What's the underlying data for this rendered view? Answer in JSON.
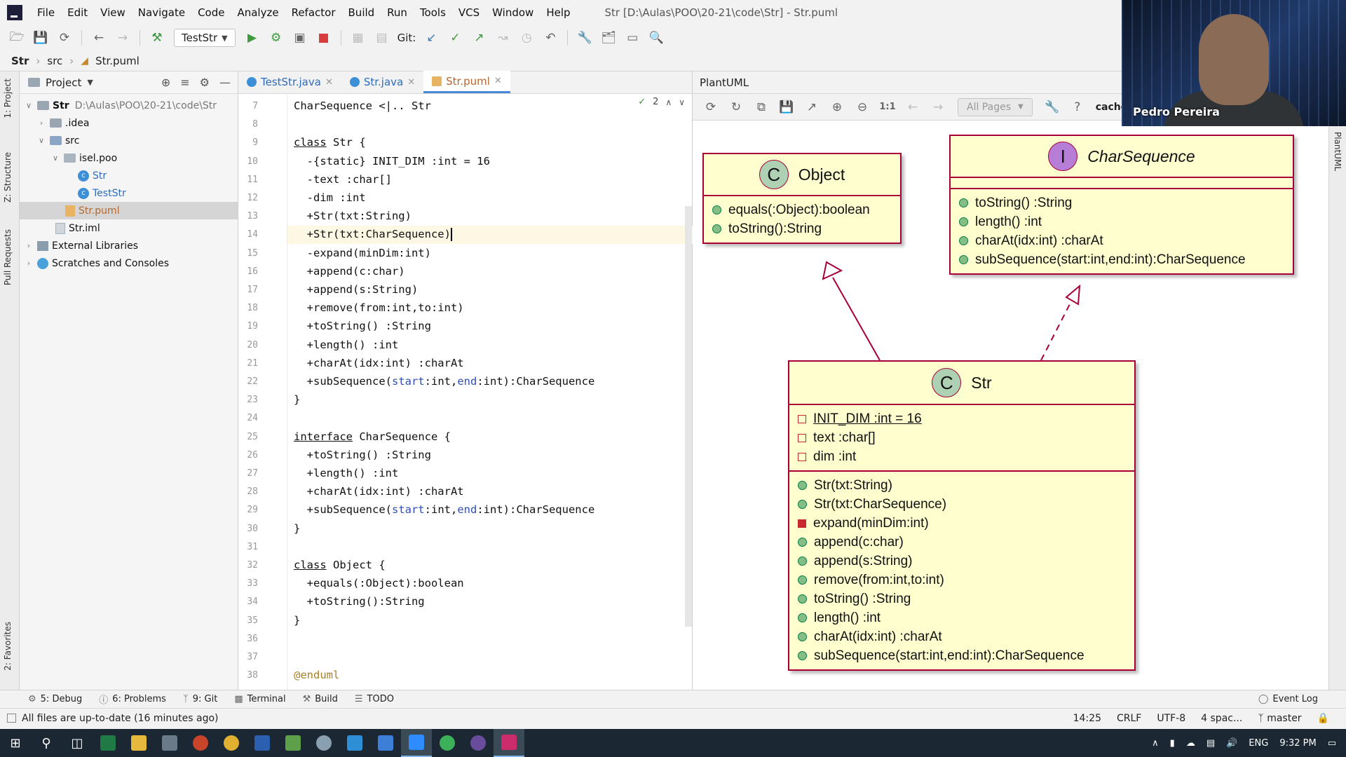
{
  "menu": {
    "items": [
      "File",
      "Edit",
      "View",
      "Navigate",
      "Code",
      "Analyze",
      "Refactor",
      "Build",
      "Run",
      "Tools",
      "VCS",
      "Window",
      "Help"
    ],
    "window_title": "Str [D:\\Aulas\\POO\\20-21\\code\\Str] - Str.puml"
  },
  "toolbar": {
    "run_config": "TestStr",
    "git_label": "Git:"
  },
  "breadcrumb": {
    "project": "Str",
    "folder": "src",
    "file": "Str.puml"
  },
  "left_strip": {
    "project": "1: Project",
    "structure": "Z: Structure",
    "pull": "Pull Requests",
    "favorites": "2: Favorites"
  },
  "right_strip": {
    "label": "PlantUML"
  },
  "project_panel": {
    "title": "Project",
    "tree": [
      {
        "label": "Str",
        "path": "D:\\Aulas\\POO\\20-21\\code\\Str"
      },
      {
        "label": ".idea"
      },
      {
        "label": "src"
      },
      {
        "label": "isel.poo"
      },
      {
        "label": "Str"
      },
      {
        "label": "TestStr"
      },
      {
        "label": "Str.puml"
      },
      {
        "label": "Str.iml"
      },
      {
        "label": "External Libraries"
      },
      {
        "label": "Scratches and Consoles"
      }
    ]
  },
  "editor": {
    "tabs": [
      "TestStr.java",
      "Str.java",
      "Str.puml"
    ],
    "inspection_count": "2",
    "lines": [
      {
        "n": "7",
        "t": "CharSequence <|.. Str"
      },
      {
        "n": "8",
        "t": ""
      },
      {
        "n": "9",
        "kw": "class",
        "t": " Str {"
      },
      {
        "n": "10",
        "t": "  -{static} INIT_DIM :int = 16"
      },
      {
        "n": "11",
        "t": "  -text :char[]"
      },
      {
        "n": "12",
        "t": "  -dim :int"
      },
      {
        "n": "13",
        "t": "  +Str(txt:String)"
      },
      {
        "n": "14",
        "t": "  +Str(txt:CharSequence)"
      },
      {
        "n": "15",
        "t": "  -expand(minDim:int)"
      },
      {
        "n": "16",
        "t": "  +append(c:char)"
      },
      {
        "n": "17",
        "t": "  +append(s:String)"
      },
      {
        "n": "18",
        "t": "  +remove(from:int,to:int)"
      },
      {
        "n": "19",
        "t": "  +toString() :String"
      },
      {
        "n": "20",
        "t": "  +length() :int"
      },
      {
        "n": "21",
        "t": "  +charAt(idx:int) :charAt"
      },
      {
        "n": "22",
        "pre": "  +subSequence(",
        "p1": "start",
        "mid": ":int,",
        "p2": "end",
        "post": ":int):CharSequence"
      },
      {
        "n": "23",
        "t": "}"
      },
      {
        "n": "24",
        "t": ""
      },
      {
        "n": "25",
        "kw": "interface",
        "t": " CharSequence {"
      },
      {
        "n": "26",
        "t": "  +toString() :String"
      },
      {
        "n": "27",
        "t": "  +length() :int"
      },
      {
        "n": "28",
        "t": "  +charAt(idx:int) :charAt"
      },
      {
        "n": "29",
        "pre": "  +subSequence(",
        "p1": "start",
        "mid": ":int,",
        "p2": "end",
        "post": ":int):CharSequence"
      },
      {
        "n": "30",
        "t": "}"
      },
      {
        "n": "31",
        "t": ""
      },
      {
        "n": "32",
        "kw": "class",
        "t": " Object {"
      },
      {
        "n": "33",
        "t": "  +equals(:Object):boolean"
      },
      {
        "n": "34",
        "t": "  +toString():String"
      },
      {
        "n": "35",
        "t": "}"
      },
      {
        "n": "36",
        "t": ""
      },
      {
        "n": "37",
        "t": ""
      },
      {
        "n": "38",
        "annot": "@enduml"
      }
    ]
  },
  "plantuml": {
    "title": "PlantUML",
    "pages": "All Pages",
    "zoom_label": "1:1",
    "cached": "cached",
    "classes": {
      "object": {
        "badge": "C",
        "name": "Object",
        "methods": [
          "equals(:Object):boolean",
          "toString():String"
        ]
      },
      "charseq": {
        "badge": "I",
        "name": "CharSequence",
        "methods": [
          "toString() :String",
          "length() :int",
          "charAt(idx:int) :charAt",
          "subSequence(start:int,end:int):CharSequence"
        ]
      },
      "str": {
        "badge": "C",
        "name": "Str",
        "fields": [
          "INIT_DIM :int = 16",
          "text :char[]",
          "dim :int"
        ],
        "methods": [
          "Str(txt:String)",
          "Str(txt:CharSequence)",
          "expand(minDim:int)",
          "append(c:char)",
          "append(s:String)",
          "remove(from:int,to:int)",
          "toString() :String",
          "length() :int",
          "charAt(idx:int) :charAt",
          "subSequence(start:int,end:int):CharSequence"
        ]
      }
    }
  },
  "bottom_tabs": [
    "5: Debug",
    "6: Problems",
    "9: Git",
    "Terminal",
    "Build",
    "TODO"
  ],
  "event_log": "Event Log",
  "status": {
    "message": "All files are up-to-date (16 minutes ago)",
    "position": "14:25",
    "line_sep": "CRLF",
    "encoding": "UTF-8",
    "indent": "4 spac...",
    "branch": "master"
  },
  "taskbar": {
    "lang": "ENG",
    "time": "9:32 PM"
  },
  "webcam": {
    "name": "Pedro Pereira"
  },
  "colors": {
    "uml_bg": "#fefece",
    "uml_border": "#a80036",
    "accent": "#4a88d9"
  }
}
